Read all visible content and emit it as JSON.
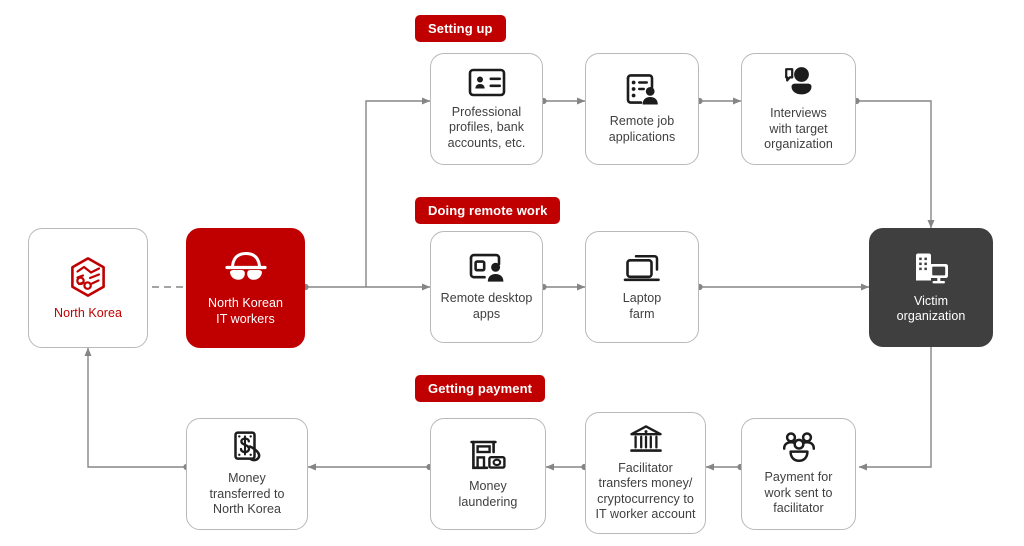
{
  "diagram": {
    "title": "North Korean IT worker scheme",
    "colors": {
      "accent_red": "#C00000",
      "dark_node": "#3f3f3f",
      "node_border": "#b9b9b9",
      "connector": "#808080",
      "text": "#3b3b3b"
    },
    "section_labels": [
      {
        "id": "setting-up",
        "text": "Setting up"
      },
      {
        "id": "doing-remote-work",
        "text": "Doing remote work"
      },
      {
        "id": "getting-payment",
        "text": "Getting payment"
      }
    ],
    "nodes": [
      {
        "id": "north-korea",
        "label": "North Korea",
        "icon": "north-korea-hexagon-icon",
        "style": "outline-red-text"
      },
      {
        "id": "it-workers",
        "label": "North Korean\nIT workers",
        "icon": "incognito-spy-icon",
        "style": "red-filled"
      },
      {
        "id": "professional-profiles",
        "label": "Professional\nprofiles, bank\naccounts, etc.",
        "icon": "id-card-icon",
        "style": "outline"
      },
      {
        "id": "remote-job-applications",
        "label": "Remote job\napplications",
        "icon": "job-application-list-icon",
        "style": "outline"
      },
      {
        "id": "interviews",
        "label": "Interviews\nwith target\norganization",
        "icon": "interview-person-icon",
        "style": "outline"
      },
      {
        "id": "remote-desktop-apps",
        "label": "Remote desktop\napps",
        "icon": "remote-desktop-icon",
        "style": "outline"
      },
      {
        "id": "laptop-farm",
        "label": "Laptop\nfarm",
        "icon": "laptop-icon",
        "style": "outline"
      },
      {
        "id": "victim-organization",
        "label": "Victim\norganization",
        "icon": "office-building-monitor-icon",
        "style": "dark-filled"
      },
      {
        "id": "payment-to-facilitator",
        "label": "Payment for\nwork sent to\nfacilitator",
        "icon": "people-group-icon",
        "style": "outline"
      },
      {
        "id": "facilitator-transfers",
        "label": "Facilitator\ntransfers money/\ncryptocurrency to\nIT worker account",
        "icon": "bank-icon",
        "style": "outline"
      },
      {
        "id": "money-laundering",
        "label": "Money\nlaundering",
        "icon": "storefront-money-icon",
        "style": "outline"
      },
      {
        "id": "money-transferred",
        "label": "Money\ntransferred to\nNorth Korea",
        "icon": "hand-holding-money-icon",
        "style": "outline"
      }
    ],
    "connections": [
      {
        "from": "north-korea",
        "to": "it-workers",
        "style": "dashed"
      },
      {
        "from": "it-workers",
        "to": "professional-profiles",
        "style": "solid-arrow"
      },
      {
        "from": "it-workers",
        "to": "remote-desktop-apps",
        "style": "solid-arrow"
      },
      {
        "from": "professional-profiles",
        "to": "remote-job-applications",
        "style": "solid-arrow"
      },
      {
        "from": "remote-job-applications",
        "to": "interviews",
        "style": "solid-arrow"
      },
      {
        "from": "interviews",
        "to": "victim-organization",
        "style": "solid-arrow"
      },
      {
        "from": "remote-desktop-apps",
        "to": "laptop-farm",
        "style": "solid-arrow"
      },
      {
        "from": "laptop-farm",
        "to": "victim-organization",
        "style": "solid-arrow"
      },
      {
        "from": "victim-organization",
        "to": "payment-to-facilitator",
        "style": "solid-arrow"
      },
      {
        "from": "payment-to-facilitator",
        "to": "facilitator-transfers",
        "style": "solid-arrow"
      },
      {
        "from": "facilitator-transfers",
        "to": "money-laundering",
        "style": "solid-arrow"
      },
      {
        "from": "money-laundering",
        "to": "money-transferred",
        "style": "solid-arrow"
      },
      {
        "from": "money-transferred",
        "to": "north-korea",
        "style": "solid-arrow"
      }
    ]
  }
}
